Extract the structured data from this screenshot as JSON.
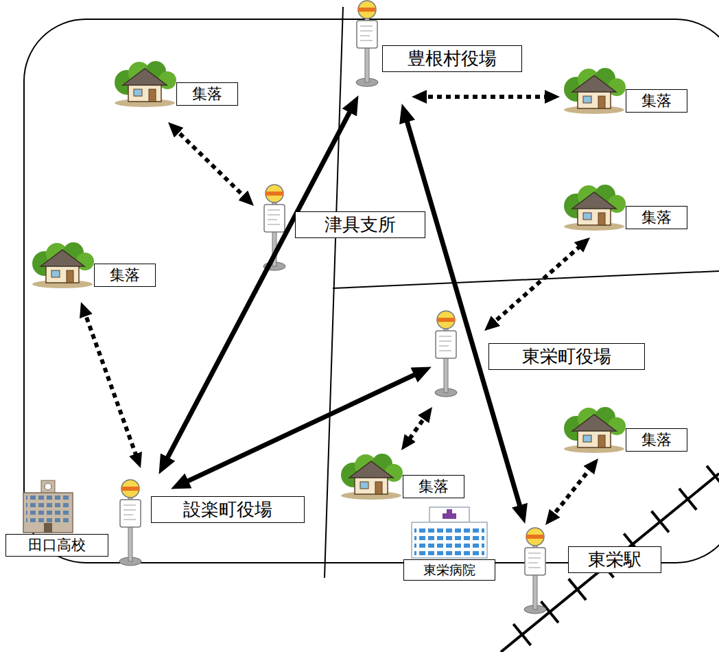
{
  "diagram": {
    "nodes": [
      {
        "text": [
          "集落"
        ]
      },
      {
        "text": [
          "豊根村役場"
        ]
      },
      {
        "text": [
          "集落"
        ]
      },
      {
        "text": [
          "津具支所"
        ]
      },
      {
        "text": [
          "集落"
        ]
      },
      {
        "text": [
          "集落"
        ]
      },
      {
        "text": [
          "東栄町役場"
        ]
      },
      {
        "text": [
          "集落"
        ]
      },
      {
        "text": [
          "集落"
        ]
      },
      {
        "text": [
          "設楽町役場"
        ]
      },
      {
        "text": [
          "田口高校"
        ]
      },
      {
        "text": [
          "東栄病院"
        ]
      },
      {
        "text": [
          "東栄駅"
        ]
      }
    ],
    "edges": [
      {
        "from": 1,
        "to": 2,
        "arrow": "both"
      },
      {
        "from": 0,
        "to": 3,
        "arrow": "both"
      },
      {
        "from": 9,
        "to": 1,
        "arrow": "both"
      },
      {
        "from": 1,
        "to": 12,
        "arrow": "both"
      },
      {
        "from": 5,
        "to": 9,
        "arrow": "both"
      },
      {
        "from": 6,
        "to": 4,
        "arrow": "both"
      },
      {
        "from": 9,
        "to": 6,
        "arrow": "both"
      },
      {
        "from": 6,
        "to": 8,
        "arrow": "both"
      },
      {
        "from": 12,
        "to": 7,
        "arrow": "both"
      }
    ]
  }
}
